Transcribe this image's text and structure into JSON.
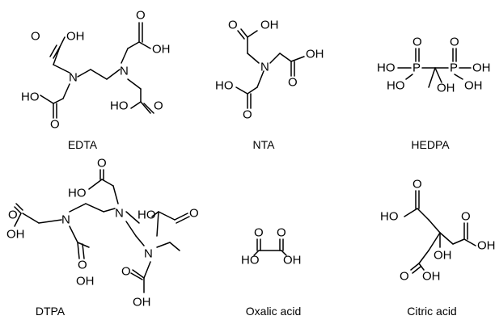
{
  "colors": {
    "ink": "#000000",
    "background": "#ffffff"
  },
  "molecules": [
    {
      "name": "EDTA",
      "atoms": [
        {
          "label": "O"
        },
        {
          "label": "OH"
        },
        {
          "label": "O"
        },
        {
          "label": "OH"
        },
        {
          "label": "N"
        },
        {
          "label": "N"
        },
        {
          "label": "HO"
        },
        {
          "label": "O"
        },
        {
          "label": "HO"
        },
        {
          "label": "O"
        }
      ]
    },
    {
      "name": "NTA",
      "atoms": [
        {
          "label": "O"
        },
        {
          "label": "OH"
        },
        {
          "label": "N"
        },
        {
          "label": "OH"
        },
        {
          "label": "O"
        },
        {
          "label": "HO"
        },
        {
          "label": "O"
        }
      ]
    },
    {
      "name": "HEDPA",
      "atoms": [
        {
          "label": "O"
        },
        {
          "label": "O"
        },
        {
          "label": "HO"
        },
        {
          "label": "P"
        },
        {
          "label": "P"
        },
        {
          "label": "OH"
        },
        {
          "label": "HO"
        },
        {
          "label": "OH"
        },
        {
          "label": "OH"
        }
      ]
    },
    {
      "name": "DTPA",
      "atoms": [
        {
          "label": "O"
        },
        {
          "label": "HO"
        },
        {
          "label": "O"
        },
        {
          "label": "N"
        },
        {
          "label": "N"
        },
        {
          "label": "HO"
        },
        {
          "label": "O"
        },
        {
          "label": "OH"
        },
        {
          "label": "N"
        },
        {
          "label": "O"
        },
        {
          "label": "OH"
        },
        {
          "label": "O"
        },
        {
          "label": "OH"
        }
      ]
    },
    {
      "name": "Oxalic acid",
      "atoms": [
        {
          "label": "O"
        },
        {
          "label": "O"
        },
        {
          "label": "HO"
        },
        {
          "label": "OH"
        }
      ]
    },
    {
      "name": "Citric acid",
      "atoms": [
        {
          "label": "O"
        },
        {
          "label": "HO"
        },
        {
          "label": "O"
        },
        {
          "label": "OH"
        },
        {
          "label": "OH"
        },
        {
          "label": "O"
        },
        {
          "label": "OH"
        }
      ]
    }
  ]
}
